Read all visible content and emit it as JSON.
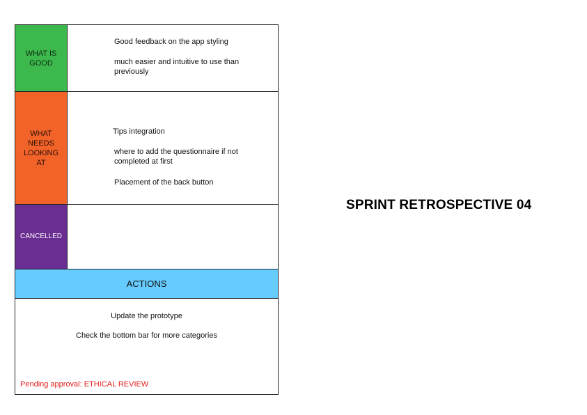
{
  "title": "SPRINT RETROSPECTIVE 04",
  "sections": {
    "good": {
      "label_lines": [
        "WHAT IS",
        "GOOD"
      ],
      "items": [
        "Good feedback on the app styling",
        "much easier and intuitive to use than previously"
      ],
      "color": "#3db84d"
    },
    "needs": {
      "label_lines": [
        "WHAT",
        "NEEDS",
        "LOOKING",
        "AT"
      ],
      "items": [
        "Tips integration",
        "where to add the questionnaire if not completed at first",
        "Placement of the back button"
      ],
      "color": "#f2632a"
    },
    "cancelled": {
      "label_lines": [
        "CANCELLED"
      ],
      "items": [],
      "color": "#6a2d91"
    }
  },
  "actions": {
    "header": "ACTIONS",
    "items": [
      "Update the prototype",
      "Check the bottom bar for more categories"
    ],
    "pending": "Pending approval: ETHICAL REVIEW",
    "header_color": "#66ccff",
    "pending_color": "#e21b1b"
  }
}
